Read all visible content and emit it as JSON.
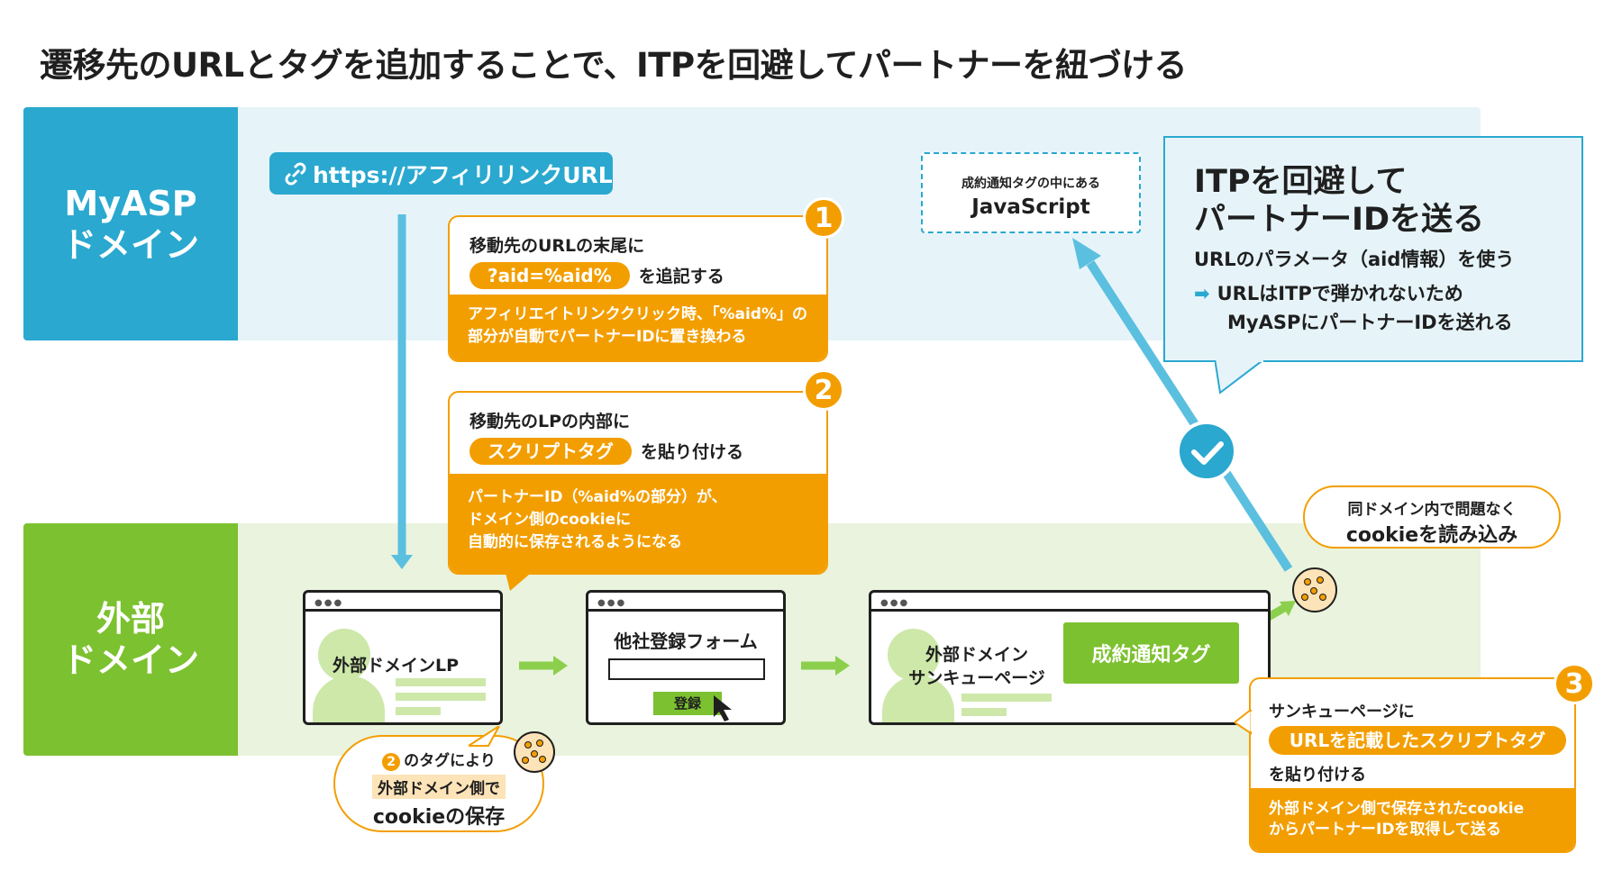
{
  "title": "遷移先のURLとタグを追加することで、ITPを回避してパートナーを紐づける",
  "domains": {
    "myasp": [
      "MyASP",
      "ドメイン"
    ],
    "external": [
      "外部",
      "ドメイン"
    ]
  },
  "affiliate_url": "https://アフィリリンクURL",
  "step1": {
    "number": "1",
    "line1": "移動先のURLの末尾に",
    "pill": "?aid=%aid%",
    "line2_suffix": "を追記する",
    "note1": "アフィリエイトリンククリック時、「%aid%」の",
    "note2": "部分が自動でパートナーIDに置き換わる"
  },
  "step2": {
    "number": "2",
    "line1": "移動先のLPの内部に",
    "pill": "スクリプトタグ",
    "line2_suffix": "を貼り付ける",
    "note1": "パートナーID（%aid%の部分）が、",
    "note2": "ドメイン側のcookieに",
    "note3": "自動的に保存されるようになる"
  },
  "js_box": {
    "small": "成約通知タグの中にある",
    "large": "JavaScript"
  },
  "itp_box": {
    "heading1": "ITPを回避して",
    "heading2": "パートナーIDを送る",
    "sub": "URLのパラメータ（aid情報）を使う",
    "arrow1": "URLはITPで弾かれないため",
    "arrow2": "MyASPにパートナーIDを送れる"
  },
  "same_domain_bubble": {
    "line1": "同ドメイン内で問題なく",
    "line2": "cookieを読み込み"
  },
  "windows": {
    "lp_label": "外部ドメインLP",
    "form_title": "他社登録フォーム",
    "form_button": "登録",
    "thanks_line1": "外部ドメイン",
    "thanks_line2": "サンキューページ",
    "conversion_tag": "成約通知タグ"
  },
  "cookie_bubble": {
    "num": "2",
    "line1": "のタグにより",
    "line2": "外部ドメイン側で",
    "line3": "cookieの保存"
  },
  "step3": {
    "number": "3",
    "line1": "サンキューページに",
    "pill": "URLを記載したスクリプトタグ",
    "line2": "を貼り付ける",
    "note1": "外部ドメイン側で保存されたcookie",
    "note2": "からパートナーIDを取得して送る"
  },
  "colors": {
    "blue": "#2aa8cf",
    "green": "#7cc12f",
    "orange": "#f39e00"
  }
}
